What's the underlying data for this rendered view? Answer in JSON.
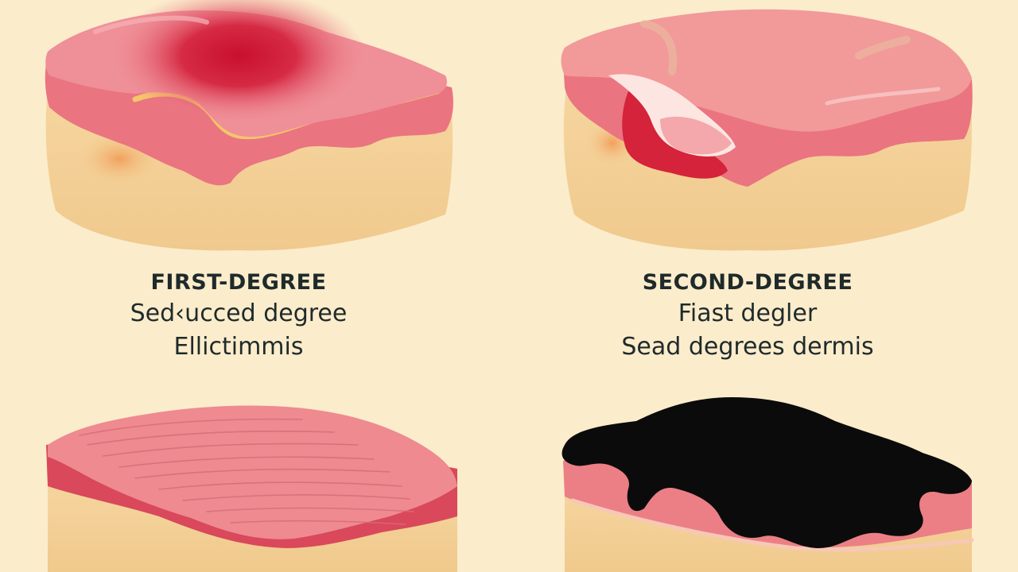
{
  "panels": [
    {
      "title": "FIRST-DEGREE",
      "lines": [
        "Sed‹ucced degree",
        "Ellictimmis"
      ]
    },
    {
      "title": "SECOND-DEGREE",
      "lines": [
        "Fiast degler",
        "Sead degrees dermis"
      ]
    }
  ],
  "colors": {
    "background": "#fbeccc",
    "fat_layer": "#f3cf95",
    "dermis_pink": "#e9727b",
    "epidermis_pink": "#f2999a",
    "burn_red": "#d4233a",
    "char_black": "#0b0b0b",
    "text": "#1f2a2a"
  }
}
